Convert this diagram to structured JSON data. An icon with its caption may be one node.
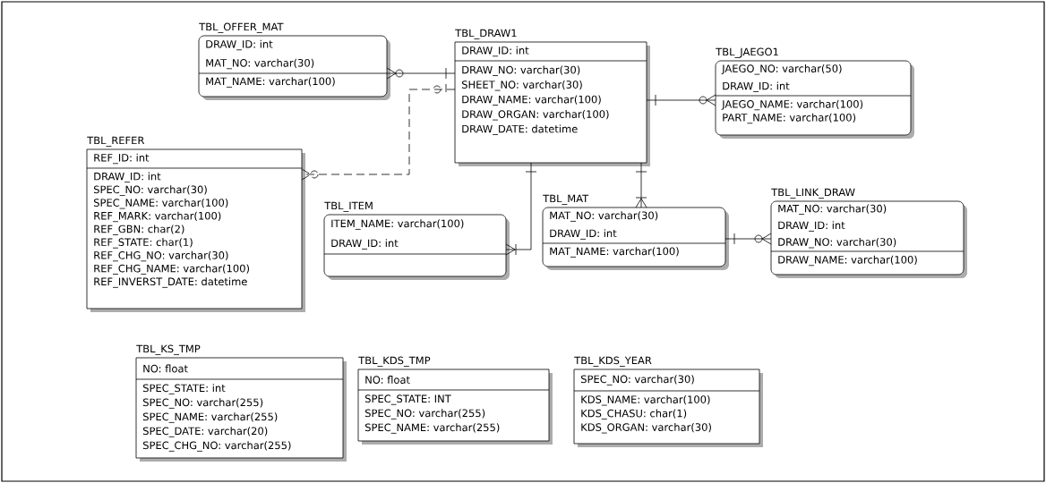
{
  "diagram": {
    "nodes": [
      {
        "text": [
          "TBL_OFFER_MAT",
          "DRAW_ID: int",
          "MAT_NO: varchar(30)",
          "MAT_NAME: varchar(100)"
        ]
      },
      {
        "text": [
          "TBL_DRAW1",
          "DRAW_ID: int",
          "DRAW_NO: varchar(30)",
          "SHEET_NO: varchar(30)",
          "DRAW_NAME: varchar(100)",
          "DRAW_ORGAN: varchar(100)",
          "DRAW_DATE: datetime"
        ]
      },
      {
        "text": [
          "TBL_JAEGO1",
          "JAEGO_NO: varchar(50)",
          "DRAW_ID: int",
          "JAEGO_NAME: varchar(100)",
          "PART_NAME: varchar(100)"
        ]
      },
      {
        "text": [
          "TBL_REFER",
          "REF_ID: int",
          "DRAW_ID: int",
          "SPEC_NO: varchar(30)",
          "SPEC_NAME: varchar(100)",
          "REF_MARK: varchar(100)",
          "REF_GBN: char(2)",
          "REF_STATE: char(1)",
          "REF_CHG_NO: varchar(30)",
          "REF_CHG_NAME: varchar(100)",
          "REF_INVERST_DATE: datetime"
        ]
      },
      {
        "text": [
          "TBL_ITEM",
          "ITEM_NAME: varchar(100)",
          "DRAW_ID: int"
        ]
      },
      {
        "text": [
          "TBL_MAT",
          "MAT_NO: varchar(30)",
          "DRAW_ID: int",
          "MAT_NAME: varchar(100)"
        ]
      },
      {
        "text": [
          "TBL_LINK_DRAW",
          "MAT_NO: varchar(30)",
          "DRAW_ID: int",
          "DRAW_NO: varchar(30)",
          "DRAW_NAME: varchar(100)"
        ]
      },
      {
        "text": [
          "TBL_KS_TMP",
          "NO: float",
          "SPEC_STATE: int",
          "SPEC_NO: varchar(255)",
          "SPEC_NAME: varchar(255)",
          "SPEC_DATE: varchar(20)",
          "SPEC_CHG_NO: varchar(255)"
        ]
      },
      {
        "text": [
          "TBL_KDS_TMP",
          "NO: float",
          "SPEC_STATE: INT",
          "SPEC_NO: varchar(255)",
          "SPEC_NAME: varchar(255)"
        ]
      },
      {
        "text": [
          "TBL_KDS_YEAR",
          "SPEC_NO: varchar(30)",
          "KDS_NAME: varchar(100)",
          "KDS_CHASU: char(1)",
          "KDS_ORGAN: varchar(30)"
        ]
      }
    ],
    "edges": [
      {
        "from": 1,
        "to": 0,
        "arrow": "other"
      },
      {
        "from": 1,
        "to": 3,
        "arrow": "other",
        "style": "dashed"
      },
      {
        "from": 1,
        "to": 2,
        "arrow": "other"
      },
      {
        "from": 1,
        "to": 4,
        "arrow": "other"
      },
      {
        "from": 1,
        "to": 5,
        "arrow": "other"
      },
      {
        "from": 5,
        "to": 6,
        "arrow": "other"
      }
    ]
  }
}
